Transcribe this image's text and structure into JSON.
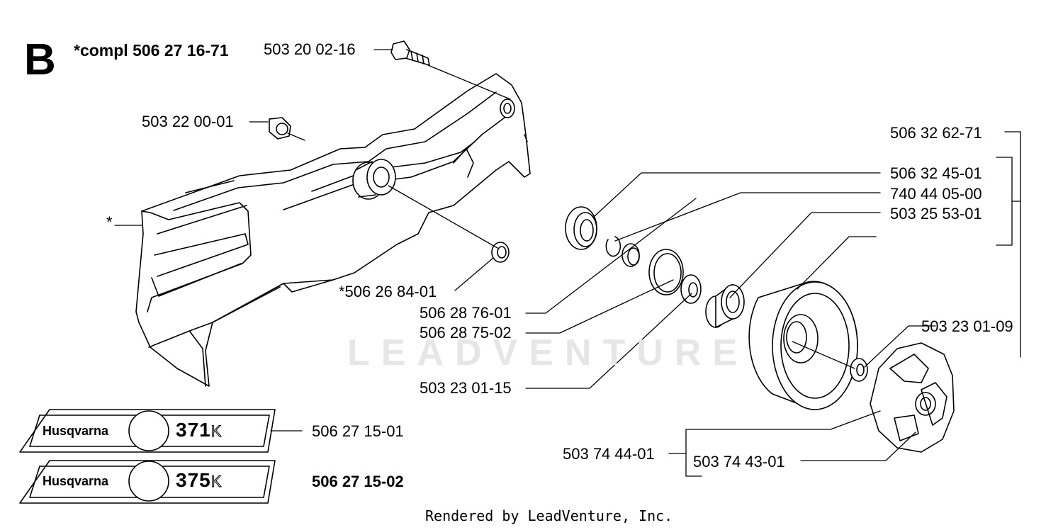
{
  "section": "B",
  "compl_label": "*compl 506 27 16-71",
  "watermark_text": "LEADVENTURE",
  "footer": "Rendered by LeadVenture, Inc.",
  "parts": [
    {
      "id": "p-503-20-02-16",
      "text": "503 20 02-16",
      "bold": false
    },
    {
      "id": "p-503-22-00-01",
      "text": "503 22 00-01",
      "bold": false
    },
    {
      "id": "p-star",
      "text": "*",
      "bold": false
    },
    {
      "id": "p-506-26-84-01",
      "text": "*506 26 84-01",
      "bold": false
    },
    {
      "id": "p-506-32-62-71",
      "text": "506 32 62-71",
      "bold": false
    },
    {
      "id": "p-506-32-45-01",
      "text": "506 32 45-01",
      "bold": false
    },
    {
      "id": "p-740-44-05-00",
      "text": "740 44 05-00",
      "bold": false
    },
    {
      "id": "p-503-25-53-01",
      "text": "503 25 53-01",
      "bold": false
    },
    {
      "id": "p-506-28-76-01",
      "text": "506 28 76-01",
      "bold": false
    },
    {
      "id": "p-506-28-75-02",
      "text": "506 28 75-02",
      "bold": false
    },
    {
      "id": "p-503-23-01-09",
      "text": "503 23 01-09",
      "bold": false
    },
    {
      "id": "p-503-23-01-15",
      "text": "503 23 01-15",
      "bold": false
    },
    {
      "id": "p-506-27-15-01",
      "text": "506 27 15-01",
      "bold": false
    },
    {
      "id": "p-506-27-15-02",
      "text": "506 27 15-02",
      "bold": true
    },
    {
      "id": "p-503-74-44-01",
      "text": "503 74 44-01",
      "bold": false
    },
    {
      "id": "p-503-74-43-01",
      "text": "503 74 43-01",
      "bold": false
    }
  ],
  "decals": [
    {
      "brand": "Husqvarna",
      "model": "371",
      "suffix": "K"
    },
    {
      "brand": "Husqvarna",
      "model": "375",
      "suffix": "K"
    }
  ]
}
